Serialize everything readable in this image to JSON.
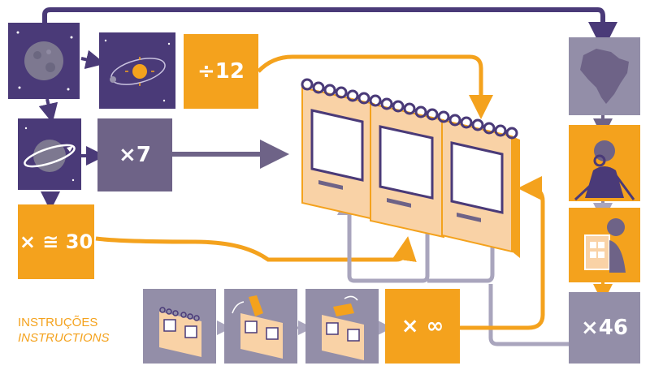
{
  "labels": {
    "divide12": "÷12",
    "times7": "×7",
    "times30": "× ≅ 30",
    "times_infinity": "× ∞",
    "times46": "×46"
  },
  "instructions": {
    "pt": "INSTRUÇÕES",
    "en": "INSTRUCTIONS"
  },
  "colors": {
    "purple_dark": "#4a3a78",
    "purple_mid": "#6e6387",
    "grey_purple": "#938ea8",
    "orange": "#f4a21d",
    "peach": "#f9d2a6",
    "arrow_grey": "#a9a5bd"
  },
  "icons": {
    "moon": "moon-icon",
    "orbit": "solar-orbit-icon",
    "planet_ring": "orbiting-planet-icon",
    "brazil": "brazil-map-icon",
    "reader": "reader-icon",
    "flip_calendar": "flip-calendar-icon"
  }
}
